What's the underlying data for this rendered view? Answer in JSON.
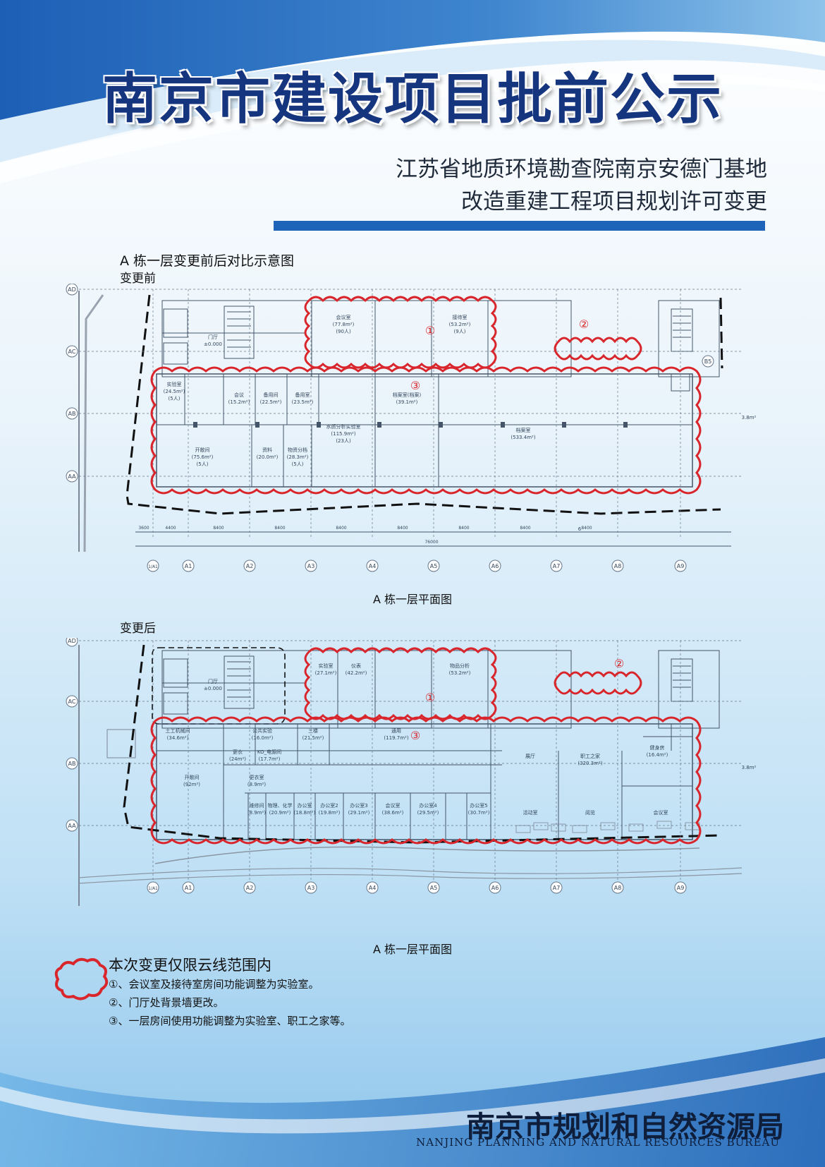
{
  "header": {
    "title": "南京市建设项目批前公示",
    "subtitle_line1": "江苏省地质环境勘查院南京安德门基地",
    "subtitle_line2": "改造重建工程项目规划许可变更"
  },
  "section": {
    "caption": "A 栋一层变更前后对比示意图",
    "before_label": "变更前",
    "after_label": "变更后",
    "plan_caption_before": "A 栋一层平面图",
    "plan_caption_after": "A 栋一层平面图"
  },
  "grid": {
    "columns": [
      "1/A1",
      "A1",
      "A2",
      "A3",
      "A4",
      "A5",
      "A6",
      "A7",
      "A8",
      "A9"
    ],
    "rows": [
      "AD",
      "AC",
      "AB",
      "AA"
    ],
    "marker_b5": "B5"
  },
  "plan_before": {
    "markers": [
      "①",
      "②",
      "③"
    ],
    "rooms": [
      {
        "name": "会议室",
        "area": "(77.8m²)",
        "note": "(90人)"
      },
      {
        "name": "接待室",
        "area": "(53.2m²)",
        "note": "(9人)"
      },
      {
        "name": "档案室(档案)",
        "area": "(39.1m²)"
      },
      {
        "name": "实验室",
        "area": "(24.5m²)",
        "note": "(5人)"
      },
      {
        "name": "会议",
        "area": "(15.2m²)"
      },
      {
        "name": "备用间",
        "area": "(22.5m²)"
      },
      {
        "name": "备用室",
        "area": "(23.5m²)"
      },
      {
        "name": "开敞间",
        "area": "(75.6m²)",
        "note": "(5人)"
      },
      {
        "name": "资料",
        "area": "(20.0m²)"
      },
      {
        "name": "物资分档",
        "area": "(28.3m²)",
        "note": "(5人)"
      },
      {
        "name": "水质分析实验室",
        "area": "(115.9m²)",
        "note": "(23人)"
      },
      {
        "name": "档案室",
        "area": "(533.4m²)"
      },
      {
        "name": "门厅",
        "area": "±0.000"
      }
    ],
    "dimensions": [
      "3600",
      "4400",
      "8400",
      "8400",
      "8400",
      "8400",
      "8400",
      "8400",
      "8400",
      "76000"
    ],
    "misc_label": "3.8m²",
    "axis_note": "6"
  },
  "plan_after": {
    "markers": [
      "①",
      "②",
      "③"
    ],
    "rooms": [
      {
        "name": "实验室",
        "area": "(27.1m²)"
      },
      {
        "name": "仪表",
        "area": "(42.2m²)"
      },
      {
        "name": "物品分析",
        "area": "(53.2m²)"
      },
      {
        "name": "土工机械间",
        "area": "(34.6m²)"
      },
      {
        "name": "公共实验",
        "area": "(16.0m²)"
      },
      {
        "name": "三楼",
        "area": "(21.5m²)"
      },
      {
        "name": "通用",
        "area": "(119.7m²)"
      },
      {
        "name": "展厅",
        "area": ""
      },
      {
        "name": "职工之家",
        "area": "(320.3m²)"
      },
      {
        "name": "健身房",
        "area": "(16.4m²)"
      },
      {
        "name": "更衣",
        "area": "(24m²)"
      },
      {
        "name": "KO_电源间",
        "area": "(17.7m²)"
      },
      {
        "name": "开敞间",
        "area": "(92m²)"
      },
      {
        "name": "更衣室",
        "area": "(8.9m²)"
      },
      {
        "name": "维修间",
        "area": "(8.9m²)"
      },
      {
        "name": "物理、化学",
        "area": "(20.9m²)"
      },
      {
        "name": "办公室",
        "area": "(18.8m²)"
      },
      {
        "name": "办公室2",
        "area": "(19.8m²)"
      },
      {
        "name": "办公室3",
        "area": "(29.1m²)"
      },
      {
        "name": "会议室",
        "area": "(38.6m²)"
      },
      {
        "name": "办公室4",
        "area": "(29.5m²)"
      },
      {
        "name": "办公室5",
        "area": "(30.7m²)"
      },
      {
        "name": "活动室",
        "area": ""
      },
      {
        "name": "阅览",
        "area": ""
      },
      {
        "name": "会议室",
        "area": ""
      },
      {
        "name": "门厅",
        "area": "±0.000"
      }
    ],
    "misc_label": "3.8m²"
  },
  "notes": {
    "title": "本次变更仅限云线范围内",
    "items": [
      "①、会议室及接待室房间功能调整为实验室。",
      "②、门厅处背景墙更改。",
      "③、一层房间使用功能调整为实验室、职工之家等。"
    ]
  },
  "footer": {
    "org_cn": "南京市规划和自然资源局",
    "org_en": "NANJING PLANNING AND NATURAL RESOURCES BUREAU"
  },
  "colors": {
    "title_blue": "#16357f",
    "band_blue": "#1e64b8",
    "cloud_red": "#d9262c",
    "plan_line": "#44556a"
  }
}
